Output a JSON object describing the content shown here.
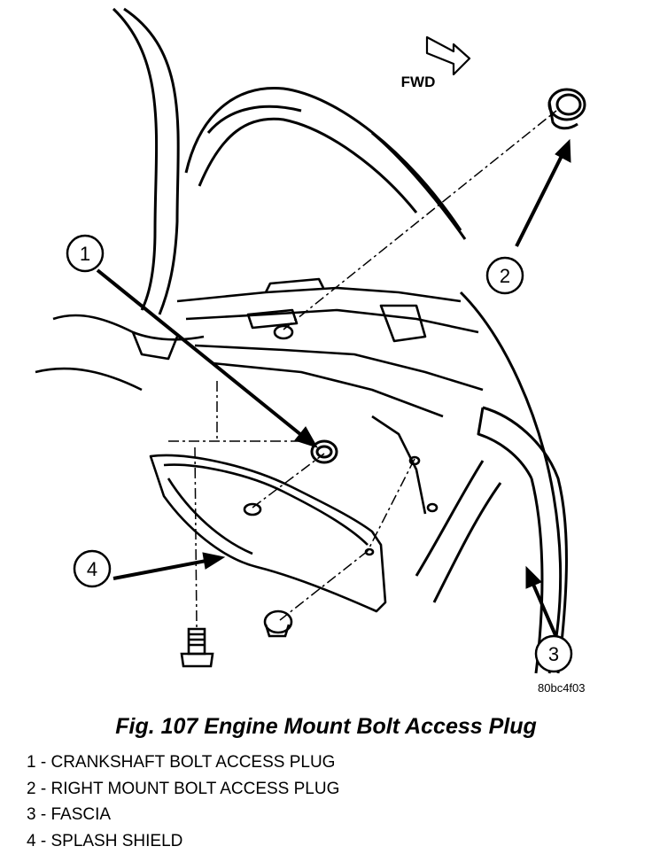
{
  "figure": {
    "forward_label": "FWD",
    "drawing_code": "80bc4f03",
    "callouts": [
      {
        "number": "1",
        "name": "CRANKSHAFT BOLT ACCESS PLUG"
      },
      {
        "number": "2",
        "name": "RIGHT MOUNT BOLT ACCESS PLUG"
      },
      {
        "number": "3",
        "name": "FASCIA"
      },
      {
        "number": "4",
        "name": "SPLASH SHIELD"
      }
    ]
  },
  "caption": "Fig. 107 Engine Mount Bolt Access Plug",
  "legend": {
    "separator": " - "
  }
}
